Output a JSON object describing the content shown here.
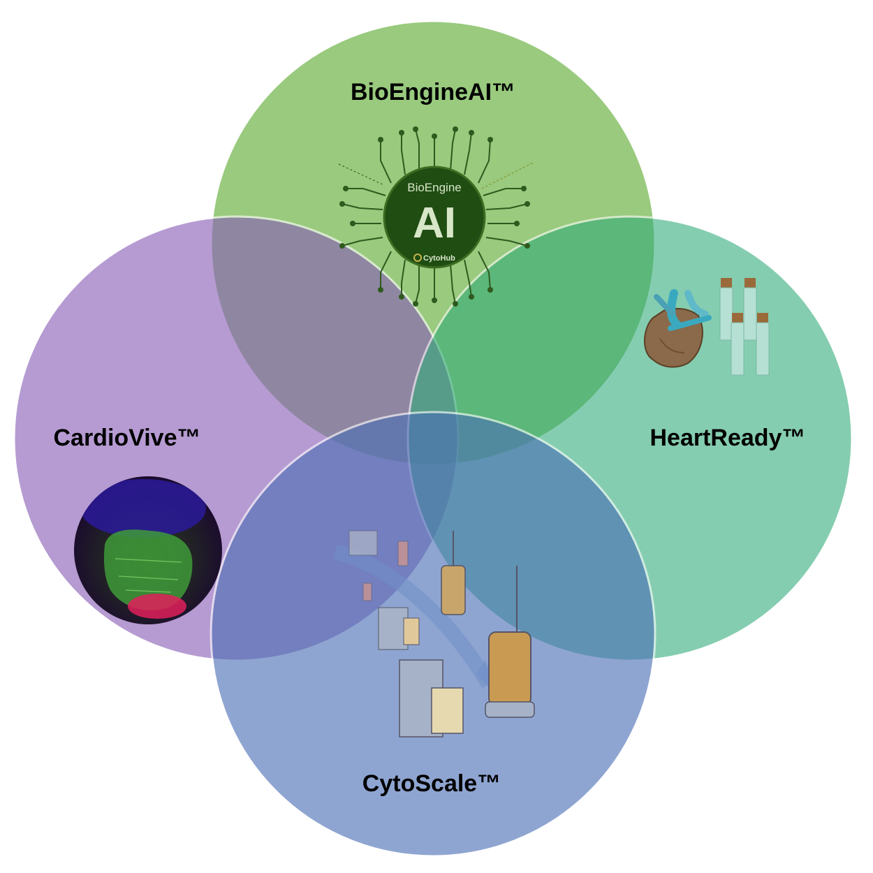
{
  "circles": {
    "top": {
      "label": "BioEngineAI™",
      "color": "#8fc571"
    },
    "left": {
      "label": "CardioVive™",
      "color": "#a985c8"
    },
    "right": {
      "label": "HeartReady™",
      "color": "#7ccaa9"
    },
    "bottom": {
      "label": "CytoScale™",
      "color": "#7f9dcb"
    }
  },
  "chip": {
    "line1": "BioEngine",
    "line2": "AI",
    "brand": "CytoHub"
  },
  "icons": {
    "chip": "ai-chip-icon",
    "heart": "anatomical-heart-icon",
    "vials": "cryo-vials-icon",
    "cardiac_stain": "cardiac-tissue-stain-icon",
    "bioreactors": "bioreactor-scaleup-icon"
  }
}
